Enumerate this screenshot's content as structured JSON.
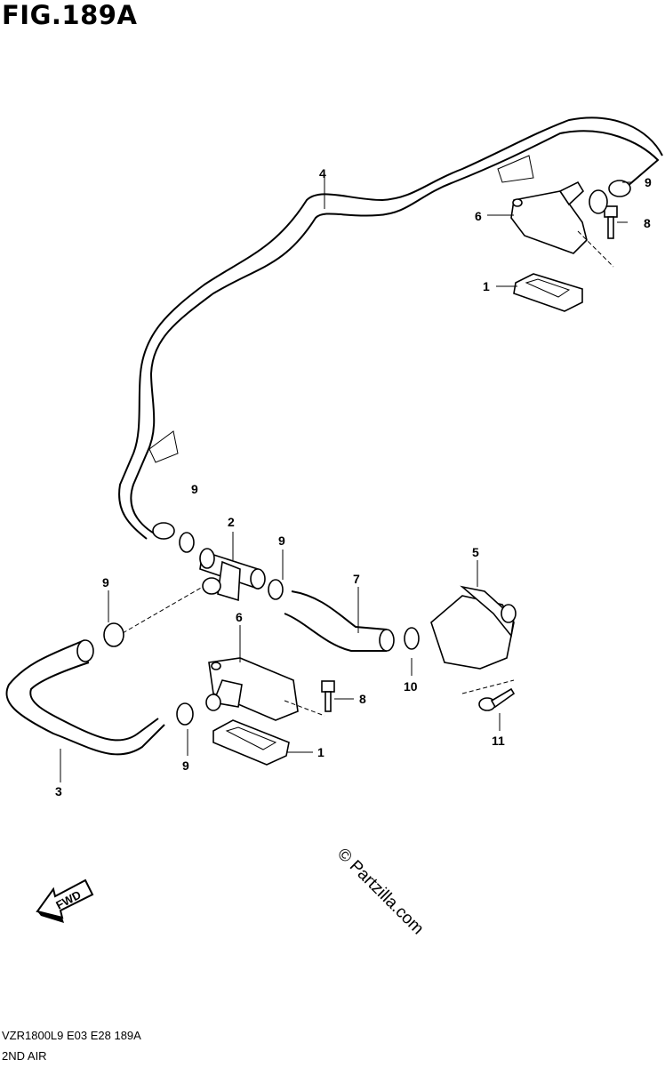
{
  "figure": {
    "title": "FIG.189A",
    "footer_code": "VZR1800L9  E03  E28  189A",
    "footer_name": "2ND AIR",
    "watermark": "© Partzilla.com",
    "fwd_label": "FWD"
  },
  "callouts": [
    {
      "id": "c4",
      "text": "4"
    },
    {
      "id": "c9a",
      "text": "9"
    },
    {
      "id": "c6a",
      "text": "6"
    },
    {
      "id": "c8a",
      "text": "8"
    },
    {
      "id": "c1a",
      "text": "1"
    },
    {
      "id": "c9b",
      "text": "9"
    },
    {
      "id": "c2",
      "text": "2"
    },
    {
      "id": "c9c",
      "text": "9"
    },
    {
      "id": "c5",
      "text": "5"
    },
    {
      "id": "c9d",
      "text": "9"
    },
    {
      "id": "c7",
      "text": "7"
    },
    {
      "id": "c6b",
      "text": "6"
    },
    {
      "id": "c8b",
      "text": "8"
    },
    {
      "id": "c10",
      "text": "10"
    },
    {
      "id": "c11",
      "text": "11"
    },
    {
      "id": "c1b",
      "text": "1"
    },
    {
      "id": "c9e",
      "text": "9"
    },
    {
      "id": "c3",
      "text": "3"
    }
  ]
}
